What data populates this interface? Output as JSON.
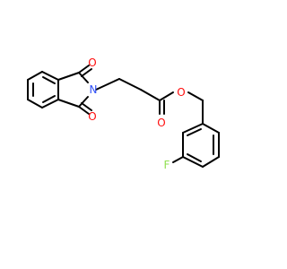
{
  "colors": {
    "bond": "#000000",
    "O": "#ff0d0d",
    "N": "#3050f8",
    "F": "#90e050",
    "background": "#ffffff"
  },
  "atoms": [
    {
      "id": "O1",
      "element": "O",
      "label": "O"
    },
    {
      "id": "N1",
      "element": "N",
      "label": "N"
    },
    {
      "id": "O2",
      "element": "O",
      "label": "O"
    },
    {
      "id": "O3",
      "element": "O",
      "label": "O"
    },
    {
      "id": "O4",
      "element": "O",
      "label": "O"
    },
    {
      "id": "F1",
      "element": "F",
      "label": "F"
    }
  ]
}
